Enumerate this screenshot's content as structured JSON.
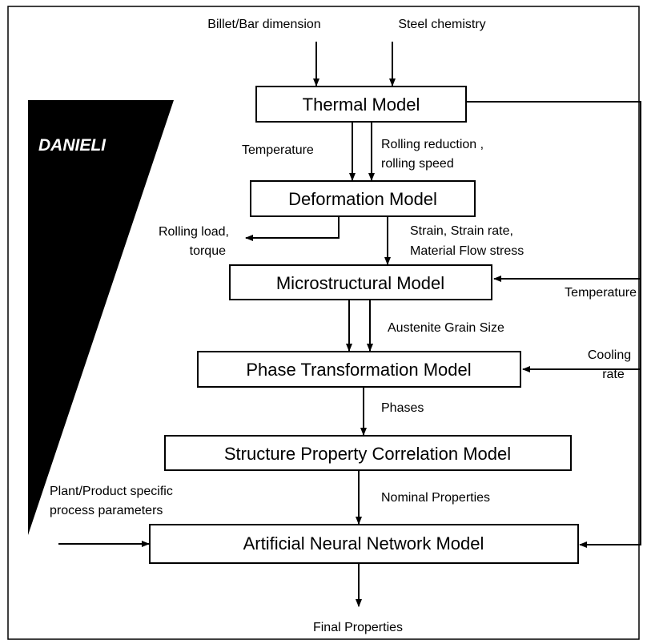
{
  "logo": {
    "text": "DANIELI",
    "color": "#000000"
  },
  "inputs": {
    "billet": "Billet/Bar dimension",
    "chemistry": "Steel chemistry",
    "plant_line1": "Plant/Product specific",
    "plant_line2": "process parameters"
  },
  "models": {
    "thermal": "Thermal Model",
    "deformation": "Deformation  Model",
    "microstructural": "Microstructural Model",
    "phase": "Phase Transformation Model",
    "structure": "Structure Property Correlation Model",
    "ann": "Artificial  Neural Network  Model"
  },
  "labels": {
    "temperature_left": "Temperature",
    "rolling_reduction_line1": "Rolling reduction ,",
    "rolling_reduction_line2": "rolling speed",
    "rolling_load_line1": "Rolling load,",
    "rolling_load_line2": "torque",
    "strain_line1": "Strain, Strain rate,",
    "strain_line2": "Material Flow stress",
    "temperature_right": "Temperature",
    "austenite": "Austenite Grain Size",
    "cooling_line1": "Cooling",
    "cooling_line2": "rate",
    "phases": "Phases",
    "nominal": "Nominal Properties",
    "final": "Final Properties"
  }
}
